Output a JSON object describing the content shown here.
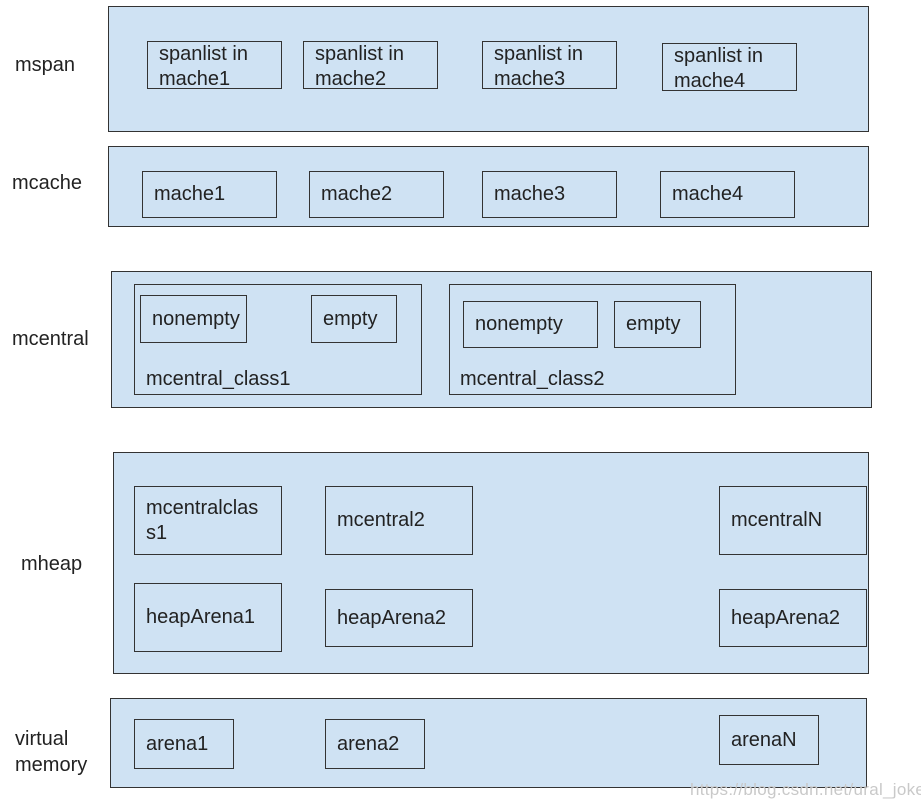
{
  "rows": {
    "mspan": {
      "label": "mspan",
      "boxes": [
        "spanlist in\nmache1",
        "spanlist in\nmache2",
        "spanlist in\nmache3",
        "spanlist in\nmache4"
      ]
    },
    "mcache": {
      "label": "mcache",
      "boxes": [
        "mache1",
        "mache2",
        "mache3",
        "mache4"
      ]
    },
    "mcentral": {
      "label": "mcentral",
      "groups": [
        {
          "title": "mcentral_class1",
          "nonempty": "nonempty",
          "empty": "empty"
        },
        {
          "title": "mcentral_class2",
          "nonempty": "nonempty",
          "empty": "empty"
        }
      ]
    },
    "mheap": {
      "label": "mheap",
      "top_boxes": [
        "mcentralclas\ns1",
        "mcentral2",
        "mcentralN"
      ],
      "bottom_boxes": [
        "heapArena1",
        "heapArena2",
        "heapArena2"
      ]
    },
    "virtual_memory": {
      "label": "virtual\nmemory",
      "boxes": [
        "arena1",
        "arena2",
        "arenaN"
      ]
    }
  },
  "watermark": "https://blog.csdn.net/ural_joker",
  "colors": {
    "fill": "#cfe2f3",
    "stroke": "#333333"
  }
}
